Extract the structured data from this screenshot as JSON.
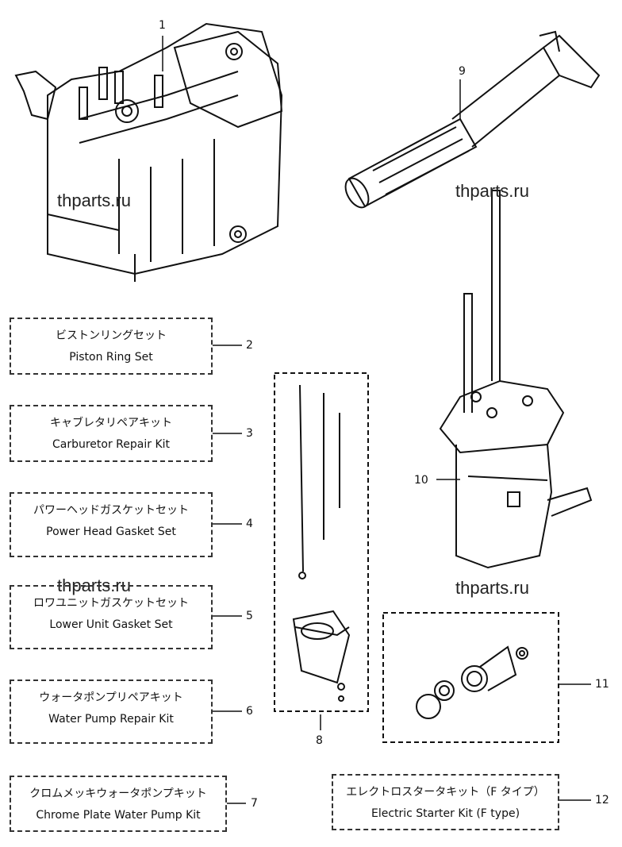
{
  "watermarks": [
    "thparts.ru",
    "thparts.ru",
    "thparts.ru",
    "thparts.ru"
  ],
  "callouts": {
    "c1": "1",
    "c2": "2",
    "c3": "3",
    "c4": "4",
    "c5": "5",
    "c6": "6",
    "c7": "7",
    "c8": "8",
    "c9": "9",
    "c10": "10",
    "c11": "11",
    "c12": "12"
  },
  "kits": [
    {
      "jp": "ビストンリングセット",
      "en": "Piston Ring Set"
    },
    {
      "jp": "キャブレタリペアキット",
      "en": "Carburetor Repair Kit"
    },
    {
      "jp": "パワーヘッドガスケットセット",
      "en": "Power Head Gasket Set"
    },
    {
      "jp": "ロワユニットガスケットセット",
      "en": "Lower Unit Gasket Set"
    },
    {
      "jp": "ウォータポンプリペアキット",
      "en": "Water Pump Repair Kit"
    },
    {
      "jp": "クロムメッキウォータポンプキット",
      "en": "Chrome Plate Water  Pump Kit"
    },
    {
      "jp": "エレクトロスタータキット（F タイプ）",
      "en": "Electric Starter Kit (F type)"
    }
  ]
}
